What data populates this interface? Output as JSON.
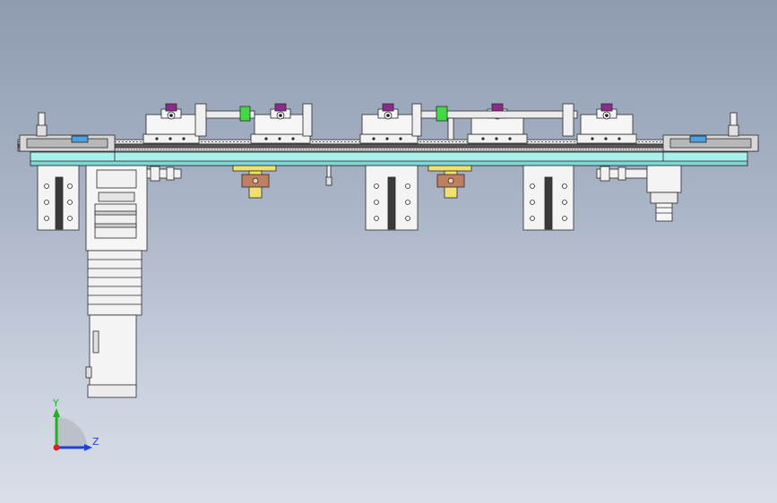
{
  "viewport": {
    "background_top": "#8e9bb0",
    "background_bottom": "#d9dee8"
  },
  "model": {
    "view": "front",
    "colors": {
      "plate": "#a8f0ec",
      "clamp_purple": "#8e2a8e",
      "clamp_green": "#45d845",
      "bracket_yellow": "#f0e070",
      "bracket_orange": "#c08060",
      "part_white": "#f2f2f2",
      "edge_dark": "#2a2a2a"
    }
  },
  "triad": {
    "y_label": "Y",
    "z_label": "Z",
    "x_color": "#e02020",
    "y_color": "#20b020",
    "z_color": "#2040e0"
  }
}
